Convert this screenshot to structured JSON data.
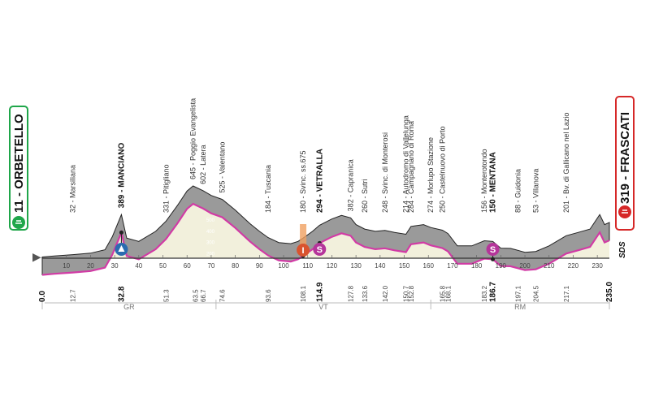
{
  "chart_data": {
    "type": "area",
    "x_unit": "km",
    "y_unit": "m",
    "xlim": [
      0,
      235
    ],
    "ylim": [
      0,
      700
    ],
    "start": {
      "name": "ORBETELLO",
      "altitude": "11"
    },
    "finish": {
      "name": "FRASCATI",
      "altitude": "319"
    },
    "profile": [
      [
        0,
        11
      ],
      [
        5,
        20
      ],
      [
        12.7,
        32
      ],
      [
        20,
        45
      ],
      [
        26,
        75
      ],
      [
        29,
        190
      ],
      [
        32.8,
        389
      ],
      [
        35,
        180
      ],
      [
        40,
        150
      ],
      [
        47,
        240
      ],
      [
        51.3,
        331
      ],
      [
        56,
        470
      ],
      [
        60,
        600
      ],
      [
        62.5,
        645
      ],
      [
        66.7,
        602
      ],
      [
        70,
        560
      ],
      [
        74.6,
        525
      ],
      [
        80,
        430
      ],
      [
        86,
        310
      ],
      [
        90,
        240
      ],
      [
        93.6,
        184
      ],
      [
        98,
        140
      ],
      [
        103,
        130
      ],
      [
        106,
        150
      ],
      [
        108.1,
        180
      ],
      [
        112,
        240
      ],
      [
        114.9,
        294
      ],
      [
        120,
        350
      ],
      [
        124,
        382
      ],
      [
        127.8,
        360
      ],
      [
        130,
        300
      ],
      [
        133.6,
        260
      ],
      [
        138,
        240
      ],
      [
        142,
        248
      ],
      [
        146,
        230
      ],
      [
        150.7,
        214
      ],
      [
        152.8,
        284
      ],
      [
        158,
        300
      ],
      [
        161,
        274
      ],
      [
        165.8,
        250
      ],
      [
        168.1,
        220
      ],
      [
        172,
        110
      ],
      [
        178,
        110
      ],
      [
        183.2,
        156
      ],
      [
        186.7,
        150
      ],
      [
        190,
        90
      ],
      [
        194,
        88
      ],
      [
        197.1,
        70
      ],
      [
        200,
        53
      ],
      [
        204.5,
        60
      ],
      [
        210,
        110
      ],
      [
        217.1,
        201
      ],
      [
        222,
        230
      ],
      [
        227,
        260
      ],
      [
        231,
        390
      ],
      [
        233,
        300
      ],
      [
        235,
        319
      ]
    ],
    "summit_labels": [
      {
        "km": 12.7,
        "text": "32 - Marsiliana",
        "bold": false
      },
      {
        "km": 32.8,
        "text": "389 - MANCIANO",
        "bold": true
      },
      {
        "km": 51.3,
        "text": "331 - Pitigliano",
        "bold": false
      },
      {
        "km": 62.5,
        "text": "645 - Poggio Evangelista",
        "bold": false
      },
      {
        "km": 66.7,
        "text": "602 - Latera",
        "bold": false
      },
      {
        "km": 74.6,
        "text": "525 - Valentano",
        "bold": false
      },
      {
        "km": 93.6,
        "text": "184 - Tuscania",
        "bold": false
      },
      {
        "km": 108.1,
        "text": "180 - Svinc. ss.675",
        "bold": false
      },
      {
        "km": 114.9,
        "text": "294 - VETRALLA",
        "bold": true
      },
      {
        "km": 127.8,
        "text": "382 - Capranica",
        "bold": false
      },
      {
        "km": 133.6,
        "text": "260 - Sutri",
        "bold": false
      },
      {
        "km": 142,
        "text": "248 - Svinc. di Monterosi",
        "bold": false
      },
      {
        "km": 150.7,
        "text": "214 - Autodromo di Vallelunga",
        "bold": false
      },
      {
        "km": 152.8,
        "text": "284 - Campagnano di Roma",
        "bold": false
      },
      {
        "km": 161,
        "text": "274 - Morlupo Stazione",
        "bold": false
      },
      {
        "km": 165.8,
        "text": "250 - Castelnuovo di Porto",
        "bold": false
      },
      {
        "km": 183.2,
        "text": "156 - Monterotondo",
        "bold": false
      },
      {
        "km": 186.7,
        "text": "150 - MENTANA",
        "bold": true
      },
      {
        "km": 197.1,
        "text": "88 - Guidonia",
        "bold": false
      },
      {
        "km": 204.5,
        "text": "53 - Villanova",
        "bold": false
      },
      {
        "km": 217.1,
        "text": "201 - Bv. di Gallicano nel Lazio",
        "bold": false
      }
    ],
    "km_markers": [
      "0.0",
      "12.7",
      "32.8",
      "51.3",
      "63.5",
      "66.7",
      "74.6",
      "93.6",
      "108.1",
      "114.9",
      "127.8",
      "133.6",
      "142.0",
      "150.7",
      "152.8",
      "165.8",
      "168.1",
      "183.2",
      "186.7",
      "197.1",
      "204.5",
      "217.1",
      "235.0"
    ],
    "bold_km_markers": [
      "32.8",
      "114.9",
      "186.7"
    ],
    "x_ticks": [
      10,
      20,
      30,
      40,
      50,
      60,
      70,
      80,
      90,
      100,
      110,
      120,
      130,
      140,
      150,
      160,
      170,
      180,
      190,
      200,
      210,
      220,
      230
    ],
    "altitude_scale": [
      100,
      200,
      300,
      400,
      500
    ],
    "provinces": [
      {
        "label": "GR",
        "from": 0,
        "to": 72
      },
      {
        "label": "VT",
        "from": 72,
        "to": 161
      },
      {
        "label": "RM",
        "from": 161,
        "to": 235
      }
    ],
    "markers": [
      {
        "km": 32.8,
        "type": "gpm",
        "letter": ""
      },
      {
        "km": 108.1,
        "type": "intermediate",
        "letter": "I"
      },
      {
        "km": 114.9,
        "type": "sprint",
        "letter": "S"
      },
      {
        "km": 186.7,
        "type": "sprint",
        "letter": "S"
      }
    ],
    "sprint_color": "#b5359a",
    "gpm_color": "#2b6cb0",
    "start_color": "#1fa64a",
    "finish_color": "#d62828",
    "profile_color": "#d13ba5",
    "terrain_color": "#9a9a9a",
    "base_color": "#f2f0dc"
  },
  "brand": {
    "text": "SDS"
  }
}
